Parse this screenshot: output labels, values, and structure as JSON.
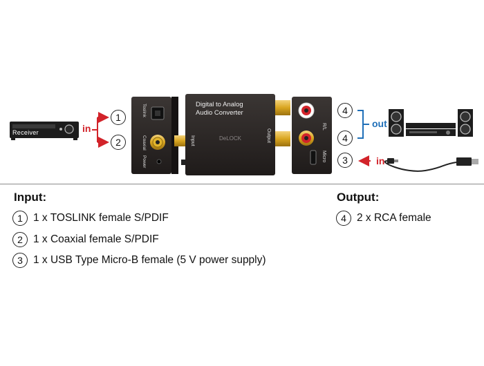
{
  "diagram": {
    "receiver_label": "Receiver",
    "in_label_left": "in",
    "in_label_right": "in",
    "out_label": "out",
    "device_title_line1": "Digital to Analog",
    "device_title_line2": "Audio Converter",
    "brand": "DeLOCK",
    "port_input": "Input",
    "port_output": "Output",
    "left_panel": {
      "toslink": "Toslink",
      "coaxial": "Coaxial",
      "power": "Power"
    },
    "right_panel": {
      "rl": "R/L",
      "micro": "Micro"
    },
    "callouts": [
      "1",
      "2",
      "3",
      "4",
      "4"
    ],
    "colors": {
      "arrow_red": "#d2232a",
      "bracket_blue": "#1f6fb8",
      "device": "#2a2624",
      "gold": "#d9a520"
    }
  },
  "input_section": {
    "title": "Input:",
    "items": [
      {
        "num": "1",
        "text": "1 x TOSLINK female S/PDIF"
      },
      {
        "num": "2",
        "text": "1 x Coaxial female S/PDIF"
      },
      {
        "num": "3",
        "text": "1 x USB Type Micro-B female (5 V power supply)"
      }
    ]
  },
  "output_section": {
    "title": "Output:",
    "items": [
      {
        "num": "4",
        "text": "2 x RCA female"
      }
    ]
  }
}
